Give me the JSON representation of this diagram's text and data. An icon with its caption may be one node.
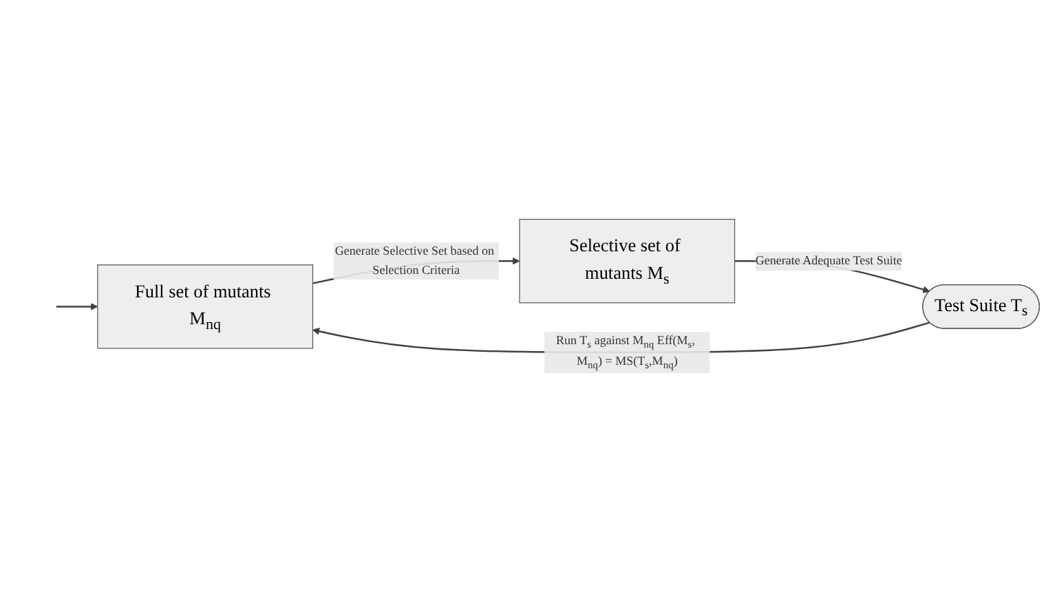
{
  "diagram": {
    "nodes": [
      {
        "text": [
          "Full set of mutants M$_{nq}$"
        ]
      },
      {
        "text": [
          "Selective set of mutants M$_{s}$"
        ]
      },
      {
        "text": [
          "Test Suite T$_{s}$"
        ]
      }
    ],
    "edges": [
      {
        "from": null,
        "to": 0,
        "arrow": "to"
      },
      {
        "from": 0,
        "to": 1,
        "arrow": "to",
        "label": "Generate Selective Set based on Selection Criteria"
      },
      {
        "from": 1,
        "to": 2,
        "arrow": "to",
        "label": "Generate Adequate Test Suite"
      },
      {
        "from": 2,
        "to": 0,
        "arrow": "to",
        "label": "Run T$_{s}$ against M$_{nq}$ Eff(M$_{s}$, M$_{nq}$) = MS(T$_{s}$,M$_{nq}$)"
      }
    ]
  }
}
